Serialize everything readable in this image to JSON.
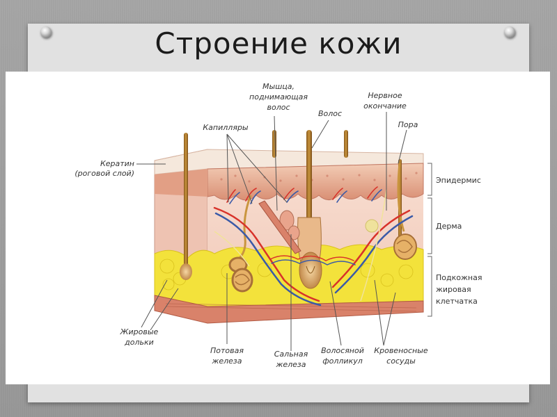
{
  "slide": {
    "title": "Строение кожи"
  },
  "diagram": {
    "labels": {
      "keratin_1": "Кератин",
      "keratin_2": "(роговой слой)",
      "capillaries": "Капилляры",
      "muscle_1": "Мышца,",
      "muscle_2": "поднимающая",
      "muscle_3": "волос",
      "hair": "Волос",
      "nerve_1": "Нервное",
      "nerve_2": "окончание",
      "pore": "Пора",
      "fat_lobules_1": "Жировые",
      "fat_lobules_2": "дольки",
      "sweat_gland_1": "Потовая",
      "sweat_gland_2": "железа",
      "sebaceous_gland_1": "Сальная",
      "sebaceous_gland_2": "железа",
      "follicle_1": "Волосяной",
      "follicle_2": "фолликул",
      "vessels_1": "Кровеносные",
      "vessels_2": "сосуды"
    },
    "layers": {
      "epidermis": "Эпидермис",
      "dermis": "Дерма",
      "subcutaneous_1": "Подкожная",
      "subcutaneous_2": "жировая",
      "subcutaneous_3": "клетчатка"
    },
    "colors": {
      "epidermis": "#e8b59a",
      "dermis": "#f5d8cc",
      "fat": "#f3e23b",
      "artery": "#d8322a",
      "vein": "#3a5aa8",
      "hair": "#b07a2a",
      "muscle": "#d9826a"
    }
  }
}
